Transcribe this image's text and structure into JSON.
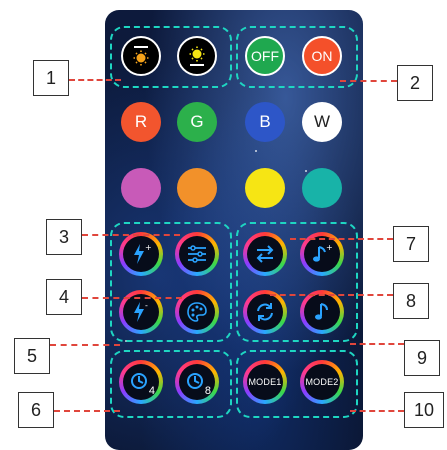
{
  "buttons": {
    "brightness_up": "brightness-up",
    "brightness_down": "brightness-down",
    "off": "OFF",
    "on": "ON",
    "r": "R",
    "g": "G",
    "b": "B",
    "w": "W",
    "timer_4": "4",
    "timer_8": "8",
    "mode1": "MODE1",
    "mode2": "MODE2"
  },
  "colors": {
    "off": "#1fa84f",
    "on": "#f4502a",
    "r": "#f2552e",
    "g": "#2cb04b",
    "b": "#2d56c8",
    "w": "#ffffff",
    "magenta": "#c85ab8",
    "orange": "#f2912a",
    "yellow": "#f6e514",
    "teal": "#18b3a8",
    "accent_dash": "#1ed6c2",
    "leader": "#e0463c"
  },
  "labels": [
    "1",
    "2",
    "3",
    "4",
    "5",
    "6",
    "7",
    "8",
    "9",
    "10"
  ]
}
